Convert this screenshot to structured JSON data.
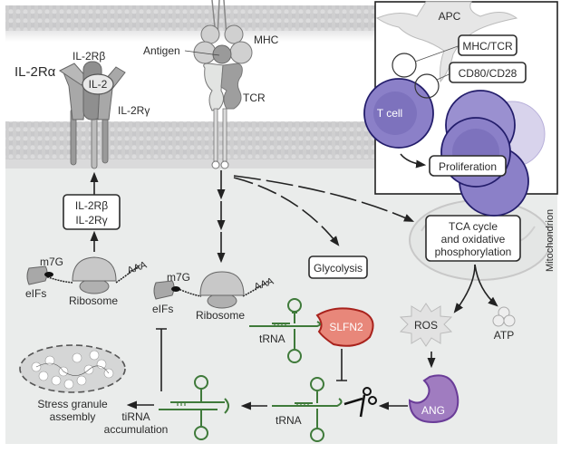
{
  "membrane": {
    "receptor_il2": {
      "alpha": "IL-2Rα",
      "beta": "IL-2Rβ",
      "gamma": "IL-2Rγ",
      "ligand": "IL-2"
    },
    "tcr_complex": {
      "antigen": "Antigen",
      "mhc": "MHC",
      "tcr": "TCR"
    }
  },
  "translation_left": {
    "product_box": [
      "IL-2Rβ",
      "IL-2Rγ"
    ],
    "cap": "m7G",
    "factors": "eIFs",
    "ribosome": "Ribosome",
    "polya": "AAA"
  },
  "translation_center": {
    "cap": "m7G",
    "factors": "eIFs",
    "ribosome": "Ribosome",
    "polya": "AAA"
  },
  "metabolism": {
    "glycolysis": "Glycolysis",
    "tca_box": [
      "TCA cycle",
      "and oxidative",
      "phosphorylation"
    ],
    "organelle": "Mitochondrion",
    "ros": "ROS",
    "atp": "ATP"
  },
  "trna_pathway": {
    "slfn2": "SLFN2",
    "ang": "ANG",
    "trna_top": "tRNA",
    "trna_bottom": "tRNA",
    "tirna": [
      "tiRNA",
      "accumulation"
    ],
    "stress_granule": [
      "Stress granule",
      "assembly"
    ]
  },
  "inset": {
    "apc": "APC",
    "mhc_tcr": "MHC/TCR",
    "cd80_cd28": "CD80/CD28",
    "t_cell": "T cell",
    "proliferation": "Proliferation"
  },
  "colors": {
    "slfn2_fill": "#e8877a",
    "slfn2_stroke": "#a8221c",
    "ang_fill": "#a07cc0",
    "ang_stroke": "#6a3c98",
    "trna_green": "#3f7a3a",
    "tcell_fill": "#8b80c8",
    "tcell_stroke": "#231d6b",
    "cytoplasm": "#eaeceb",
    "membrane": "#cfcfd0"
  }
}
